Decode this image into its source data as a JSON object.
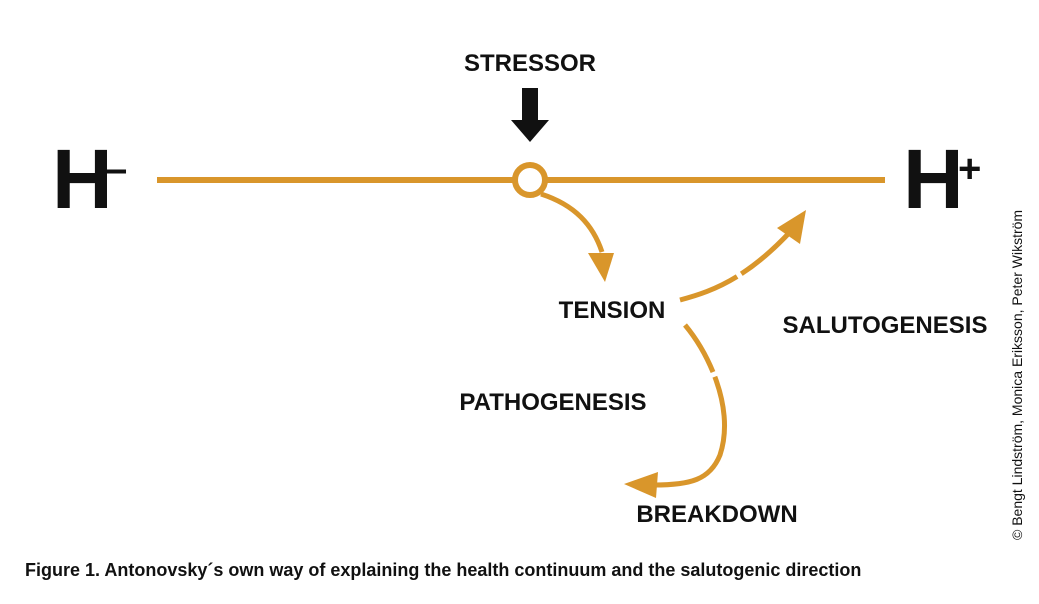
{
  "colors": {
    "accent": "#d9962b",
    "text": "#111111",
    "background": "#ffffff"
  },
  "continuum": {
    "left_pole": "H",
    "left_sign": "–",
    "right_pole": "H",
    "right_sign": "+"
  },
  "labels": {
    "stressor": "STRESSOR",
    "tension": "TENSION",
    "salutogenesis": "SALUTOGENESIS",
    "pathogenesis": "PATHOGENESIS",
    "breakdown": "BREAKDOWN"
  },
  "credit": "© Bengt Lindström, Monica Eriksson, Peter Wikström",
  "caption": "Figure 1. Antonovsky´s own way of explaining the health continuum and the salutogenic direction"
}
